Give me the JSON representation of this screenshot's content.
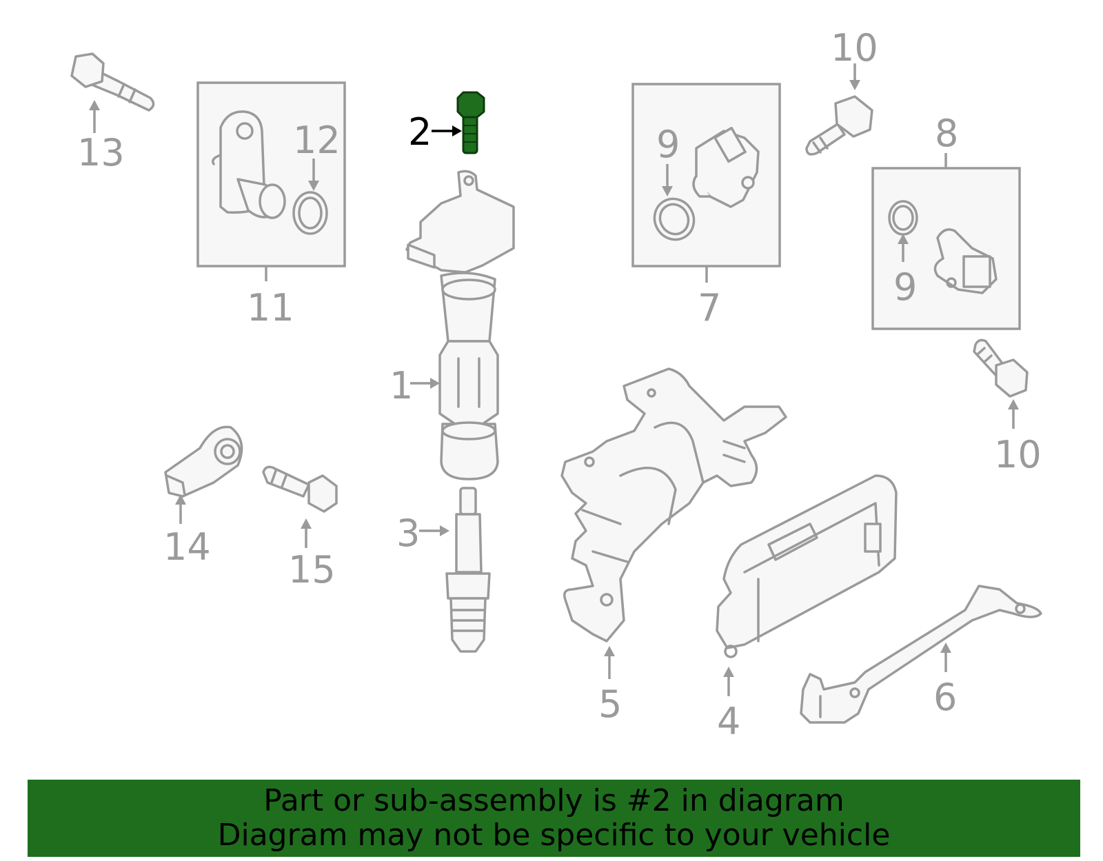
{
  "callouts": {
    "c1": "1",
    "c2": "2",
    "c3": "3",
    "c4": "4",
    "c5": "5",
    "c6": "6",
    "c7": "7",
    "c8": "8",
    "c9a": "9",
    "c9b": "9",
    "c10a": "10",
    "c10b": "10",
    "c11": "11",
    "c12": "12",
    "c13": "13",
    "c14": "14",
    "c15": "15"
  },
  "highlight": {
    "part_number": "2",
    "color": "#1e6e1e"
  },
  "colors": {
    "banner": "#1e6e1e",
    "outline": "#9a9a9a",
    "callout_text": "#9a9a9a",
    "highlight_text": "#000000"
  },
  "banner": {
    "line1": "Part or sub-assembly is #2 in diagram",
    "line2": "Diagram may not be specific to your vehicle"
  }
}
